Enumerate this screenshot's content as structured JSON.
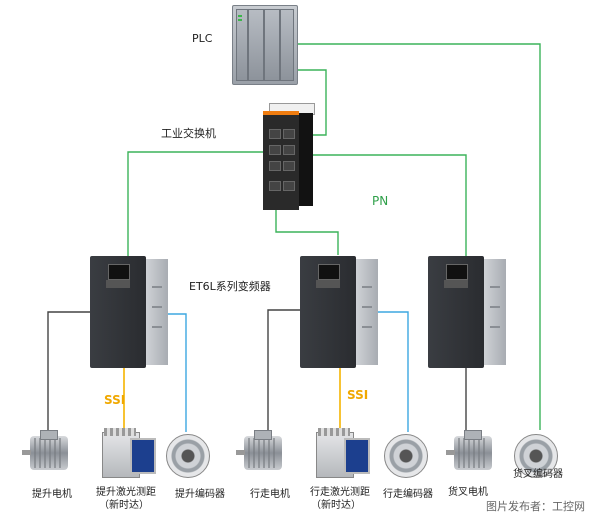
{
  "labels": {
    "plc": "PLC",
    "switch": "工业交换机",
    "pn": "PN",
    "vfd_series": "ET6L系列变频器",
    "ssi_left": "SSI",
    "ssi_mid": "SSI",
    "hoist_motor": "提升电机",
    "hoist_laser_line1": "提升激光测距",
    "hoist_laser_line2": "（新时达）",
    "hoist_encoder": "提升编码器",
    "travel_motor": "行走电机",
    "travel_laser_line1": "行走激光测距",
    "travel_laser_line2": "（新时达）",
    "travel_encoder": "行走编码器",
    "fork_motor": "货叉电机",
    "fork_encoder": "货叉编码器",
    "watermark": "图片发布者：工控网"
  },
  "colors": {
    "network": "#3cb35a",
    "motor_cable": "#444444",
    "ssi_cable": "#f5b400",
    "encoder_cable": "#3da7e0"
  },
  "icons": {
    "plc": "plc-icon",
    "switch": "industrial-switch-icon",
    "vfd": "frequency-inverter-icon",
    "motor": "servo-motor-icon",
    "laser": "laser-rangefinder-icon",
    "encoder": "rotary-encoder-icon"
  }
}
